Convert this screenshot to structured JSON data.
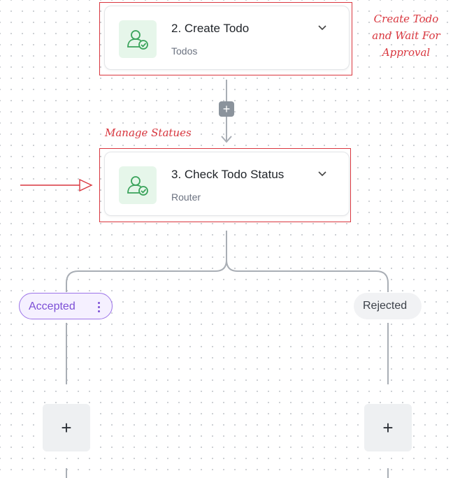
{
  "steps": [
    {
      "title": "2. Create Todo",
      "subtitle": "Todos",
      "icon": "todo-approval-icon"
    },
    {
      "title": "3. Check Todo Status",
      "subtitle": "Router",
      "icon": "todo-approval-icon"
    }
  ],
  "annotations": {
    "create_todo_line1": "Create Todo",
    "create_todo_line2": "and Wait For",
    "create_todo_line3": "Approval",
    "manage_statuses": "Manage Statues"
  },
  "branches": {
    "accepted": "Accepted",
    "rejected": "Rejected"
  },
  "buttons": {
    "add_small": "+",
    "add_left": "+",
    "add_right": "+"
  },
  "colors": {
    "highlight": "#d9363e",
    "accepted_accent": "#7c4fd6",
    "connector": "#a9aeb5",
    "icon_green": "#3aa35b"
  }
}
